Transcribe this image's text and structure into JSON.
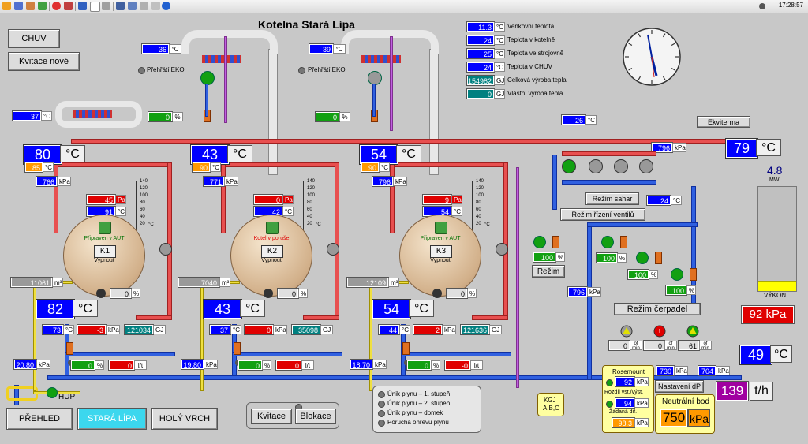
{
  "toolbar": {
    "time": "17:28:57"
  },
  "header": {
    "title": "Kotelna Stará Lípa"
  },
  "buttons": {
    "chuv": "CHUV",
    "kvitace_nove": "Kvitace nové",
    "prehled": "PŘEHLED",
    "stara_lipa": "STARÁ LÍPA",
    "holy_vrch": "HOLÝ VRCH",
    "kvitace": "Kvitace",
    "blokace": "Blokace",
    "ekviterma": "Ekviterma",
    "rezim_sahar": "Režim sahar",
    "rezim_rizeni": "Režim řízení ventilů",
    "rezim": "Režim",
    "rezim_cerpadel": "Režim čerpadel",
    "nastaveni_dp": "Nastavení dP",
    "neutralni_bod": "Neutrální bod"
  },
  "eko": {
    "left": {
      "temp": "36",
      "unit": "°C",
      "label": "Přehřátí EKO"
    },
    "right": {
      "temp": "39",
      "unit": "°C",
      "label": "Přehřátí EKO"
    },
    "small_temp": "37",
    "small_unit": "°C",
    "valve1": "0",
    "valve2": "0",
    "pct": "%"
  },
  "info": [
    {
      "val": "11.3",
      "unit": "°C",
      "label": "Venkovní teplota"
    },
    {
      "val": "24",
      "unit": "°C",
      "label": "Teplota v kotelně"
    },
    {
      "val": "25",
      "unit": "°C",
      "label": "Teplota ve strojovně"
    },
    {
      "val": "24",
      "unit": "°C",
      "label": "Teplota v CHUV"
    },
    {
      "val": "154982",
      "unit": "GJ",
      "label": "Celková výroba tepla"
    },
    {
      "val": "0",
      "unit": "GJ",
      "label": "Vlastní výroba tepla"
    }
  ],
  "misc_temp": {
    "val": "26",
    "unit": "°C"
  },
  "boilers": [
    {
      "name": "K1",
      "status": "Připraven v AUT",
      "vyp": "Vypnout",
      "top_temp": "80",
      "setpoint": "85",
      "pressure": "766",
      "pa": "45",
      "pa_unit": "Pa",
      "flue": "91",
      "volume": "11061",
      "vol_unit": "m³",
      "ret_temp": "82",
      "t2": "73",
      "kpa2": "-3",
      "gj": "121034",
      "fan": "0",
      "pump_pct": "0",
      "flow": "0",
      "flow_unit": "l/t",
      "p_kpa": "20.80"
    },
    {
      "name": "K2",
      "status": "Kotel v poruše",
      "vyp": "Vypnout",
      "top_temp": "43",
      "setpoint": "90",
      "pressure": "771",
      "pa": "0",
      "pa_unit": "Pa",
      "flue": "42",
      "volume": "7040",
      "vol_unit": "m³",
      "ret_temp": "43",
      "t2": "37",
      "kpa2": "0",
      "gj": "35098",
      "fan": "0",
      "pump_pct": "0",
      "flow": "0",
      "flow_unit": "l/t",
      "p_kpa": "19.80"
    },
    {
      "name": "K3",
      "status": "Připraven v AUT",
      "vyp": "Vypnout",
      "top_temp": "54",
      "setpoint": "90",
      "pressure": "796",
      "pa": "9",
      "pa_unit": "Pa",
      "flue": "54",
      "volume": "12109",
      "vol_unit": "m³",
      "ret_temp": "54",
      "t2": "44",
      "kpa2": "2",
      "gj": "121636",
      "fan": "0",
      "pump_pct": "0",
      "flow": "-0",
      "flow_unit": "l/t",
      "p_kpa": "18.70"
    }
  ],
  "gauge_ticks": [
    "140",
    "120",
    "100",
    "80",
    "60",
    "40",
    "20"
  ],
  "units": {
    "c": "°C",
    "kpa": "kPa",
    "pa": "Pa",
    "gj": "GJ",
    "pct": "%",
    "th": "t/h",
    "mw": "MW",
    "ofmin": "of min"
  },
  "right": {
    "out_temp": "79",
    "out_pressure": "796",
    "sec_temp": "24",
    "mw": "4.8",
    "vykon": "VÝKON",
    "vykon_level": 0.09,
    "big_kpa": "92",
    "return_temp": "49",
    "header_p": "796",
    "valve_main": "100",
    "valve_a": "100",
    "valve_b": "100",
    "valve_c": "100",
    "pump1": "0",
    "pump2": "0",
    "pump3": "61",
    "rose_label": "Rosemount",
    "rose_val": "92",
    "rozdil": "Rozdíl vst./výst.",
    "rozdil_val": "94",
    "zadana": "Žádaná dif.",
    "zadana_val": "98.3",
    "p730": "730",
    "p704": "704",
    "flow_th": "139",
    "neutral_val": "750",
    "kgj": "KGJ",
    "kgj2": "A,B,C"
  },
  "hup": "HUP",
  "legend": [
    "Únik plynu – 1. stupeň",
    "Únik plynu – 2. stupeň",
    "Únik plynu – domek",
    "Porucha ohřevu plynu"
  ]
}
